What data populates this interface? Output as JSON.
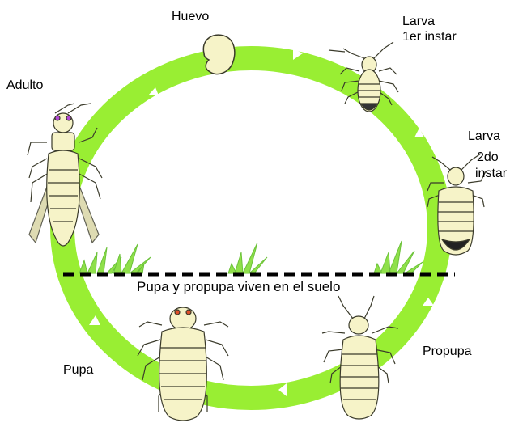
{
  "labels": {
    "huevo": "Huevo",
    "larva1_line1": "Larva",
    "larva1_line2": "1er instar",
    "adulto": "Adulto",
    "larva2_line1": "Larva",
    "larva2_line2": "2do",
    "larva2_line3": "instar",
    "suelo": "Pupa y propupa viven en el suelo",
    "propupa": "Propupa",
    "pupa": "Pupa"
  },
  "colors": {
    "cycle_ring": "#99ee33",
    "arrow": "#ffffff",
    "ground_line": "#000000",
    "grass": "#8fe04a",
    "insect_body": "#f6f3c8",
    "insect_outline": "#3a3a2a",
    "eye_adult": "#b24ad6",
    "eye_pupa": "#e0502a",
    "larva_tail": "#222222"
  },
  "icons": [
    "egg-icon",
    "larva-first-instar-icon",
    "larva-second-instar-icon",
    "propupa-icon",
    "pupa-icon",
    "adult-thrips-icon",
    "grass-icon"
  ]
}
